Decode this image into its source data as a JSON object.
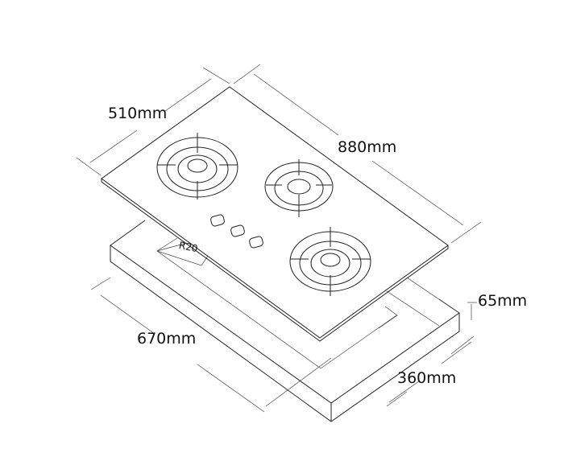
{
  "diagram": {
    "dimensions": {
      "depth": "510mm",
      "width": "880mm",
      "cutout_width": "670mm",
      "cutout_depth": "360mm",
      "cutout_height": "65mm",
      "corner_radius": "R20"
    },
    "line_color": "#222222",
    "background": "#ffffff"
  }
}
